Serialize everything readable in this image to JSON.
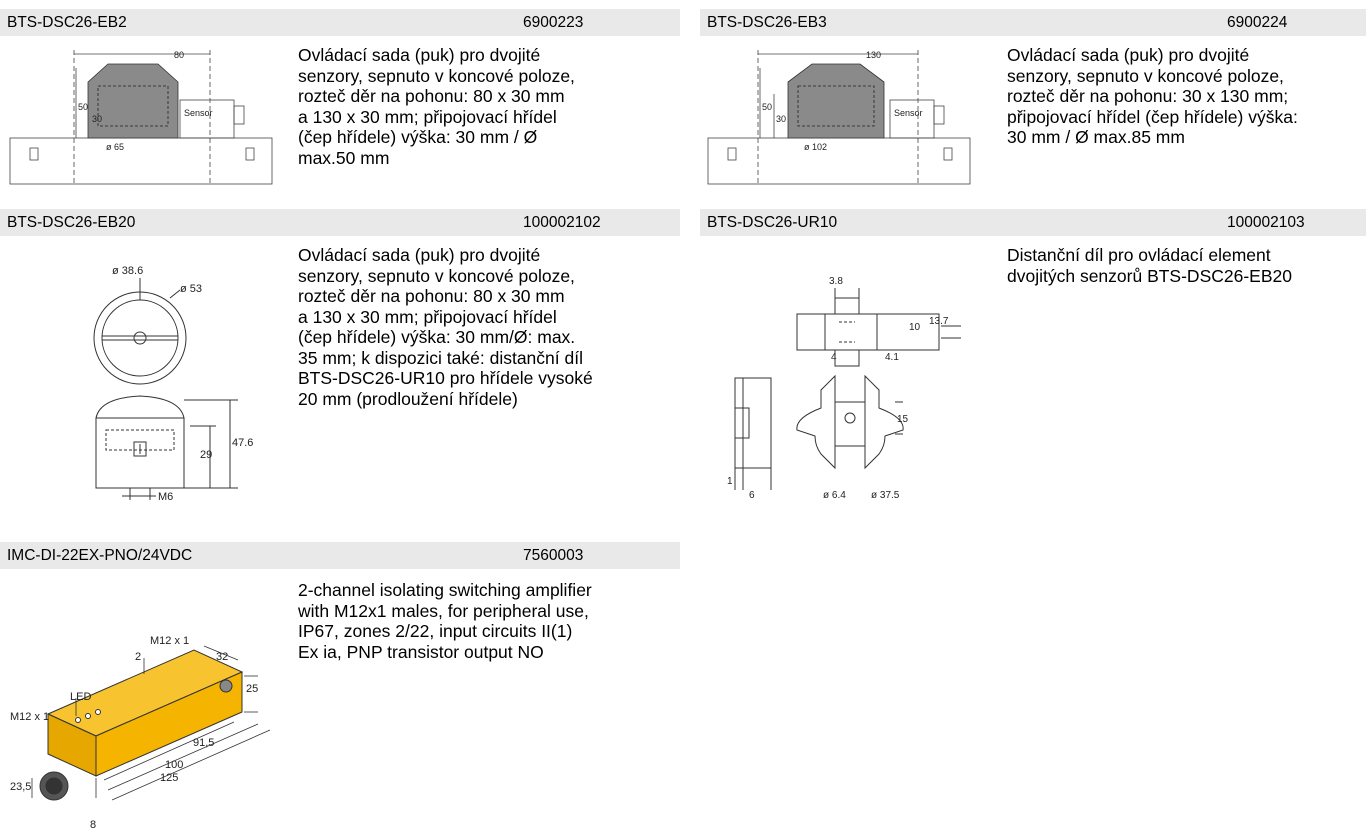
{
  "products": [
    {
      "name": "BTS-DSC26-EB2",
      "code": "6900223",
      "description": "Ovládací sada (puk) pro dvojité\nsenzory, sepnuto v koncové poloze,\nrozteč děr na pohonu: 80 x 30 mm\na 130 x 30 mm; připojovací hřídel\n(čep hřídele) výška: 30 mm / Ø\nmax.50 mm",
      "drawing": {
        "width": "80",
        "height1": "50",
        "height2": "30",
        "diameter": "ø 65",
        "sensor": "Sensor"
      }
    },
    {
      "name": "BTS-DSC26-EB3",
      "code": "6900224",
      "description": "Ovládací sada (puk) pro dvojité\nsenzory, sepnuto v koncové poloze,\nrozteč děr na pohonu: 30 x 130 mm;\npřipojovací hřídel (čep hřídele) výška:\n30 mm / Ø max.85 mm",
      "drawing": {
        "width": "130",
        "height1": "50",
        "height2": "30",
        "diameter": "ø 102",
        "sensor": "Sensor"
      }
    },
    {
      "name": "BTS-DSC26-EB20",
      "code": "100002102",
      "description": "Ovládací sada (puk) pro dvojité\nsenzory, sepnuto v koncové poloze,\nrozteč děr na pohonu: 80 x 30 mm\na 130 x 30 mm; připojovací hřídel\n(čep hřídele) výška: 30 mm/Ø: max.\n35 mm; k dispozici také: distanční díl\nBTS-DSC26-UR10 pro hřídele vysoké\n20 mm (prodloužení hřídele)",
      "drawing": {
        "d_inner": "ø 38.6",
        "d_outer": "ø 53",
        "height": "47.6",
        "height2": "29",
        "thread": "M6"
      }
    },
    {
      "name": "BTS-DSC26-UR10",
      "code": "100002103",
      "description": "Distanční díl pro ovládací element\ndvojitých senzorů BTS-DSC26-EB20",
      "drawing": {
        "d1": "3.8",
        "d2": "10",
        "d3": "13.7",
        "d4": "4",
        "d5": "4.1",
        "d6": "15",
        "d7": "1",
        "d8": "6",
        "d9": "ø 6.4",
        "d10": "ø 37.5"
      }
    },
    {
      "name": "IMC-DI-22EX-PNO/24VDC",
      "code": "7560003",
      "description": "2-channel isolating switching amplifier\nwith M12x1 males, for peripheral use,\nIP67, zones 2/22, input circuits II(1)\nEx ia, PNP transistor output NO",
      "drawing": {
        "thread_top": "M12 x 1",
        "thread_left": "M12 x 1",
        "led": "LED",
        "d2": "2",
        "d32": "32",
        "d25": "25",
        "d915": "91,5",
        "d100": "100",
        "d125": "125",
        "d235": "23,5",
        "d8": "8"
      },
      "colors": {
        "housing": "#f5b400"
      }
    }
  ]
}
